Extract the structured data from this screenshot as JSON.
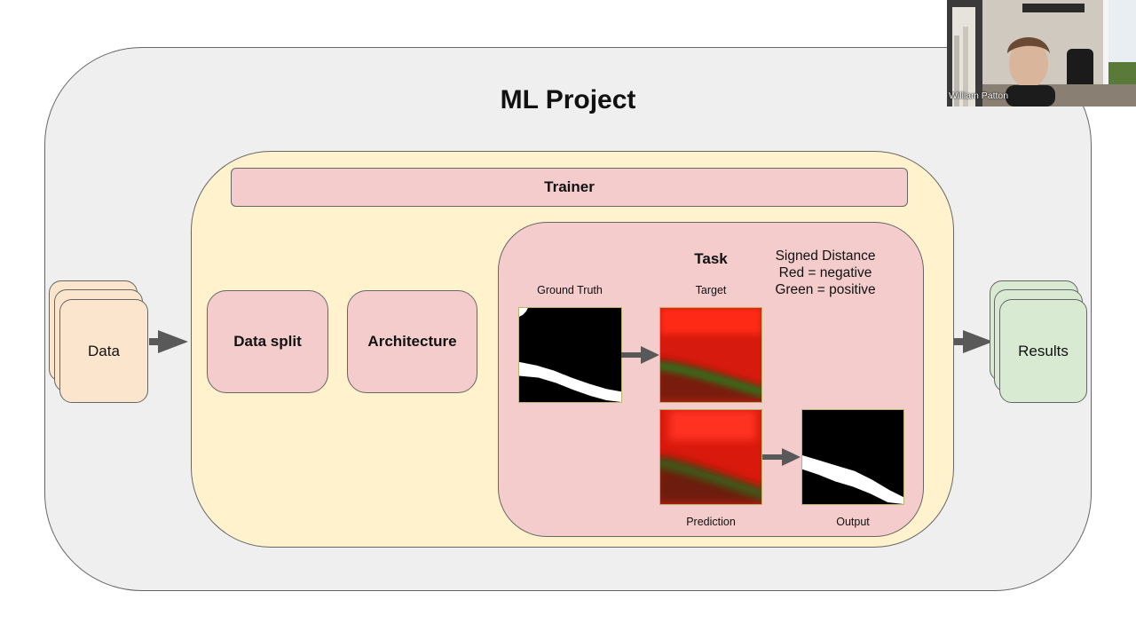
{
  "diagram": {
    "project_title": "ML Project",
    "trainer_label": "Trainer",
    "data_split_label": "Data split",
    "architecture_label": "Architecture",
    "task_title": "Task",
    "legend": [
      "Signed Distance",
      "Red = negative",
      "Green = positive"
    ],
    "ground_truth_label": "Ground Truth",
    "target_label": "Target",
    "prediction_label": "Prediction",
    "output_label": "Output",
    "data_label": "Data",
    "results_label": "Results"
  },
  "webcam": {
    "participant_name": "William Patton"
  },
  "colors": {
    "project_bg": "#efefef",
    "trainer_bg": "#fff2cc",
    "pink": "#f4cccc",
    "data_card": "#fce5cd",
    "results_card": "#d9ead3",
    "arrow": "#595959"
  }
}
